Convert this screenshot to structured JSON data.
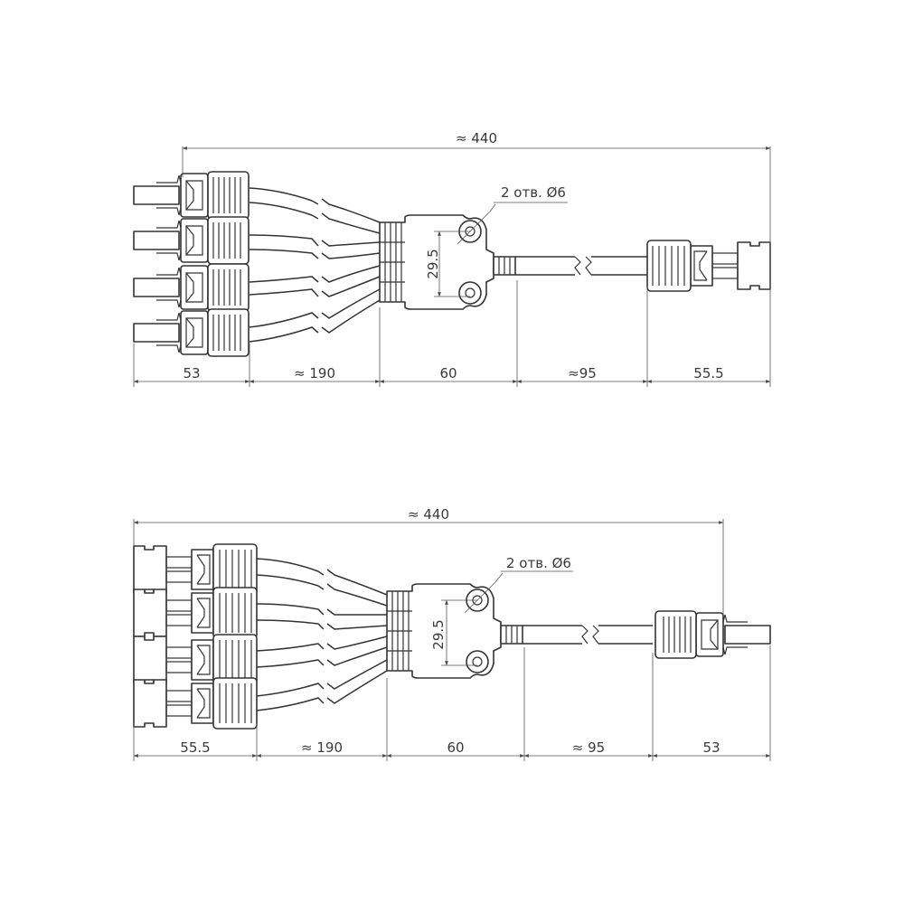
{
  "diagrams": [
    {
      "overall_label": "≈ 440",
      "hole_label": "2 отв. Ø6",
      "hole_spacing_label": "29.5",
      "segments": [
        "53",
        "≈ 190",
        "60",
        "≈95",
        "55.5"
      ]
    },
    {
      "overall_label": "≈ 440",
      "hole_label": "2 отв. Ø6",
      "hole_spacing_label": "29.5",
      "segments": [
        "55.5",
        "≈ 190",
        "60",
        "≈ 95",
        "53"
      ]
    }
  ]
}
